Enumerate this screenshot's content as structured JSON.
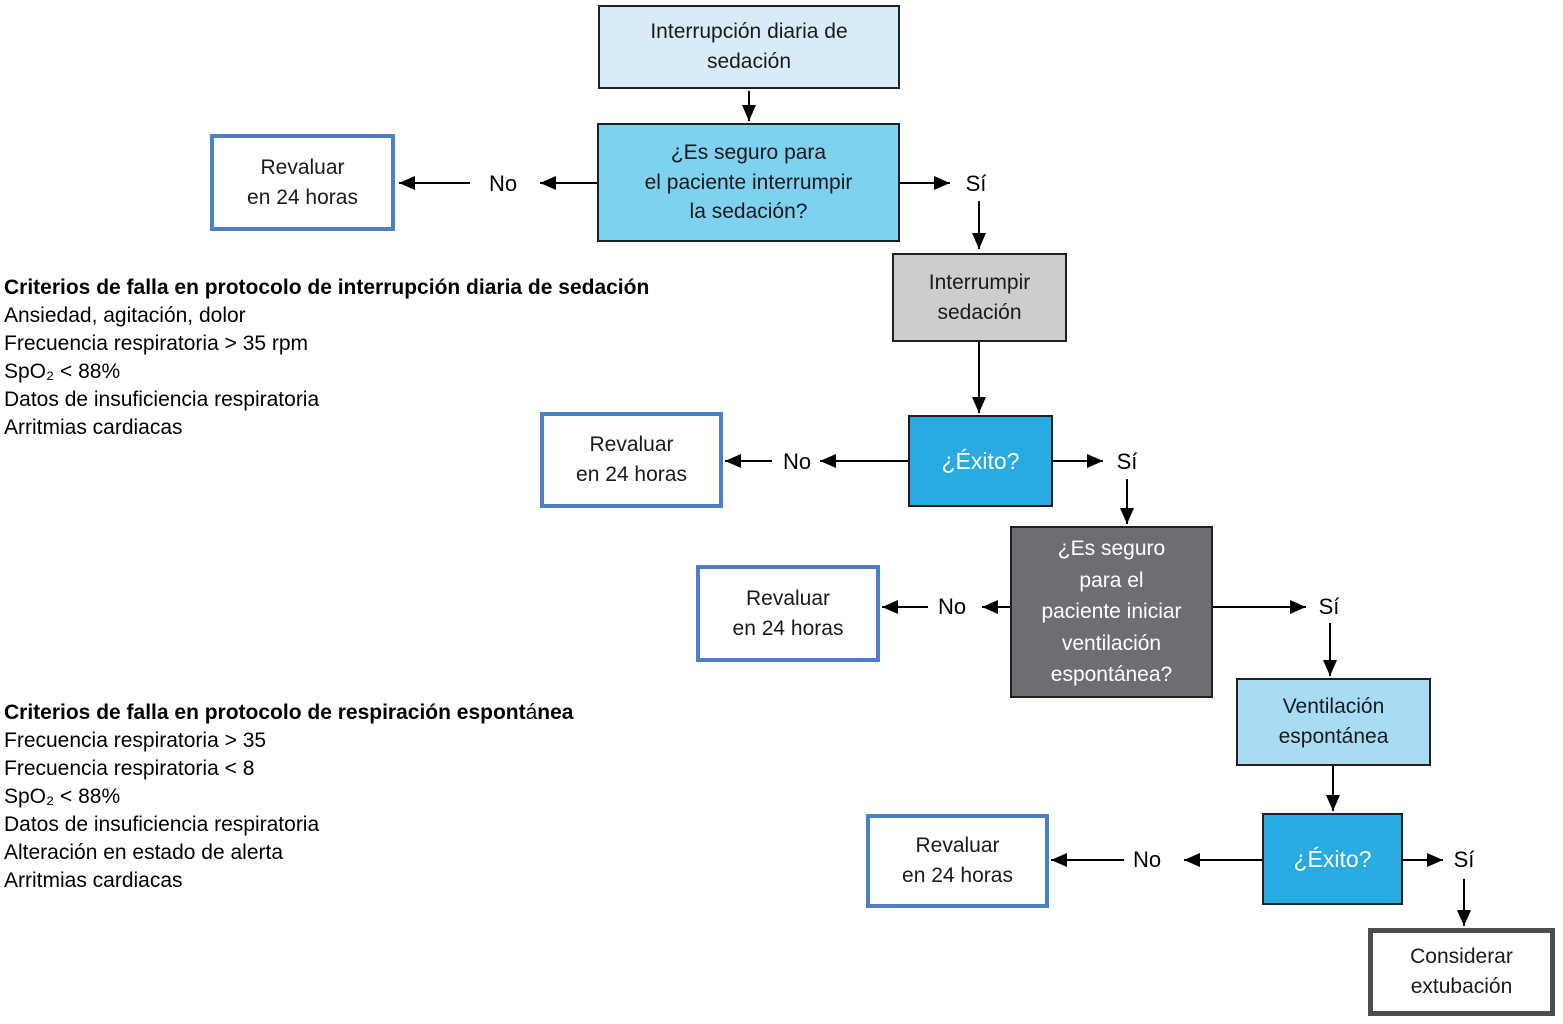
{
  "diagram": {
    "nodes": {
      "start": {
        "label": "Interrupción diaria de\nsedación"
      },
      "safe_to_interrupt": {
        "label": "¿Es seguro para\nel paciente interrumpir\nla sedación?"
      },
      "interrupt_sedation": {
        "label": "Interrumpir\nsedación"
      },
      "success": {
        "label": "¿Éxito?"
      },
      "safe_to_ventilate": {
        "label": "¿Es seguro\npara el\npaciente iniciar\nventilación\nespontánea?"
      },
      "spontaneous_ventilation": {
        "label": "Ventilación\nespontánea"
      },
      "consider_extubation": {
        "label": "Considerar\nextubación"
      },
      "reassess": {
        "label": "Revaluar\nen 24 horas"
      }
    },
    "edge_labels": {
      "yes": "Sí",
      "no": "No"
    },
    "colors": {
      "start_fill": "#d7ecf8",
      "question_fill": "#7fd1f0",
      "process_fill": "#cdcdcd",
      "success_fill": "#29abe2",
      "dark_question_fill": "#6d6e71",
      "ventilation_fill": "#a8dcf4",
      "reassess_border": "#4d7fc4",
      "extubation_border": "#4d4d4f",
      "line": "#000000"
    }
  },
  "notes": [
    {
      "title": "Criterios de falla en protocolo de interrupción diaria de sedación",
      "lines": [
        "Ansiedad, agitación, dolor",
        "Frecuencia respiratoria > 35 rpm",
        "SpO₂ < 88%",
        "Datos de insuficiencia respiratoria",
        "Arritmias cardiacas"
      ]
    },
    {
      "title": "Criterios de falla en protocolo de respiración espontánea",
      "title_parts": [
        "Criterios de falla en protocolo de respiración espont",
        "á",
        "nea"
      ],
      "lines": [
        "Frecuencia respiratoria > 35",
        "Frecuencia respiratoria < 8",
        "SpO₂ < 88%",
        "Datos de insuficiencia respiratoria",
        "Alteración en estado de alerta",
        "Arritmias cardiacas"
      ]
    }
  ]
}
